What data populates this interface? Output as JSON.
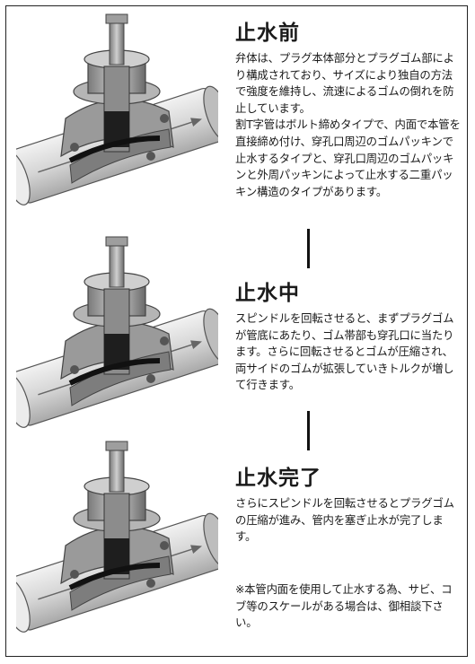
{
  "sections": [
    {
      "title": "止水前",
      "paragraphs": [
        "弁体は、プラグ本体部分とプラグゴム部により構成されており、サイズにより独自の方法で強度を維持し、流速によるゴムの倒れを防止しています。",
        "割T字管はボルト締めタイプで、内面で本管を直接締め付け、穿孔口周辺のゴムパッキンで止水するタイプと、穿孔口周辺のゴムパッキンと外周パッキンによって止水する二重パッキン構造のタイプがあります。"
      ]
    },
    {
      "title": "止水中",
      "paragraphs": [
        "スピンドルを回転させると、まずプラグゴムが管底にあたり、ゴム帯部も穿孔口に当たります。さらに回転させるとゴムが圧縮され、両サイドのゴムが拡張していきトルクが増して行きます。"
      ]
    },
    {
      "title": "止水完了",
      "paragraphs": [
        "さらにスピンドルを回転させるとプラグゴムの圧縮が進み、管内を塞ぎ止水が完了します。"
      ]
    }
  ],
  "note": "※本管内面を使用して止水する為、サビ、コブ等のスケールがある場合は、御相談下さい。"
}
